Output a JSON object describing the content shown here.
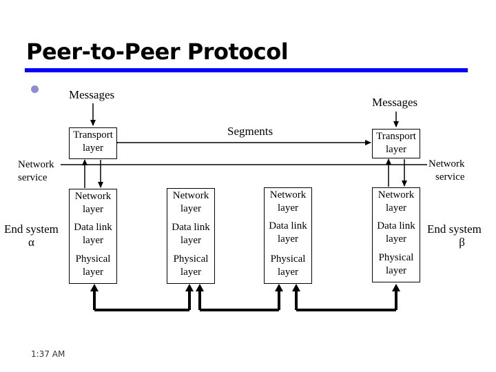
{
  "title": "Peer-to-Peer Protocol",
  "messages_left": "Messages",
  "messages_right": "Messages",
  "segments": "Segments",
  "transport": {
    "line1": "Transport",
    "line2": "layer"
  },
  "network_service": {
    "line1": "Network",
    "line2": "service"
  },
  "network_layer": {
    "line1": "Network",
    "line2": "layer"
  },
  "datalink_layer": {
    "line1": "Data link",
    "line2": "layer"
  },
  "physical_layer": {
    "line1": "Physical",
    "line2": "layer"
  },
  "end_system_left": {
    "line1": "End system",
    "symbol": "α"
  },
  "end_system_right": {
    "line1": "End system",
    "symbol": "β"
  },
  "timestamp": "1:37 AM"
}
